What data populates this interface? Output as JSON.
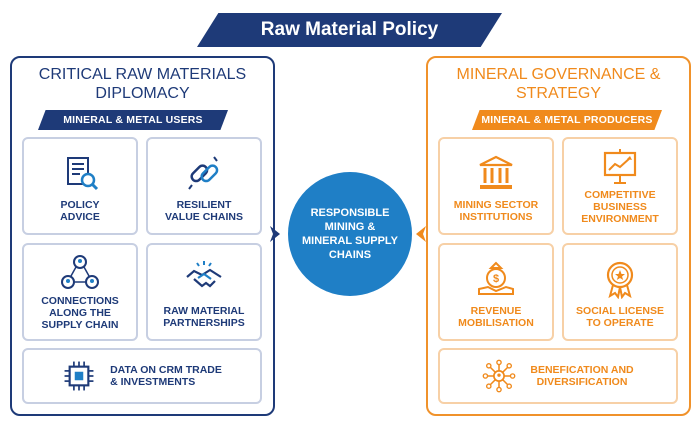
{
  "title": "Raw Material Policy",
  "left": {
    "title_line1": "CRITICAL RAW MATERIALS",
    "title_line2": "DIPLOMACY",
    "strip": "MINERAL & METAL USERS",
    "accent": "#1e3a78",
    "cards": [
      {
        "label": "POLICY\nADVICE",
        "icon": "document-search-icon"
      },
      {
        "label": "RESILIENT\nVALUE CHAINS",
        "icon": "chain-link-icon"
      },
      {
        "label": "CONNECTIONS\nALONG THE\nSUPPLY CHAIN",
        "icon": "people-network-icon"
      },
      {
        "label": "RAW MATERIAL\nPARTNERSHIPS",
        "icon": "handshake-icon"
      }
    ],
    "wide": {
      "label": "DATA ON CRM TRADE\n& INVESTMENTS",
      "icon": "chip-icon"
    }
  },
  "center": {
    "label": "RESPONSIBLE\nMINING &\nMINERAL SUPPLY\nCHAINS",
    "color": "#1f7fc6"
  },
  "right": {
    "title_line1": "MINERAL GOVERNANCE &",
    "title_line2": "STRATEGY",
    "strip": "MINERAL & METAL PRODUCERS",
    "accent": "#f08a1c",
    "cards": [
      {
        "label": "MINING SECTOR\nINSTITUTIONS",
        "icon": "institution-icon"
      },
      {
        "label": "COMPETITIVE\nBUSINESS\nENVIRONMENT",
        "icon": "presentation-chart-icon"
      },
      {
        "label": "REVENUE\nMOBILISATION",
        "icon": "money-bag-hand-icon"
      },
      {
        "label": "SOCIAL LICENSE\nTO OPERATE",
        "icon": "award-badge-icon"
      }
    ],
    "wide": {
      "label": "BENEFICATION AND\nDIVERSIFICATION",
      "icon": "network-hub-icon"
    }
  }
}
